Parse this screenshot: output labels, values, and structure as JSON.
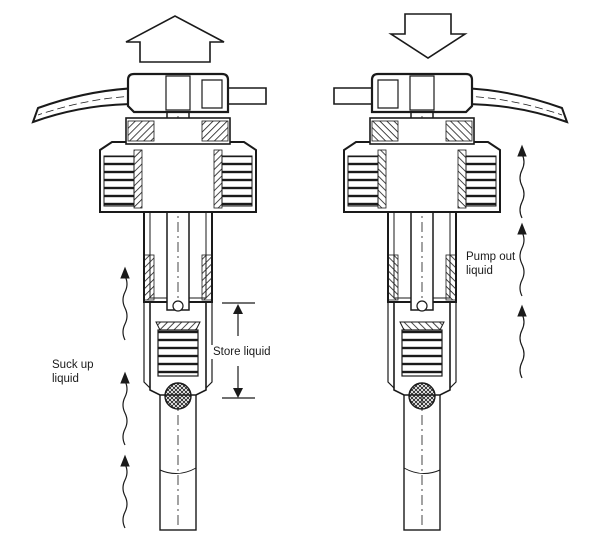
{
  "left_pump": {
    "motion": "up",
    "labels": {
      "suck_up": "Suck up\nliquid",
      "store": "Store liquid"
    }
  },
  "right_pump": {
    "motion": "down",
    "labels": {
      "pump_out": "Pump out\nliquid"
    }
  },
  "colors": {
    "line": "#1a1a1a",
    "background": "#ffffff"
  }
}
